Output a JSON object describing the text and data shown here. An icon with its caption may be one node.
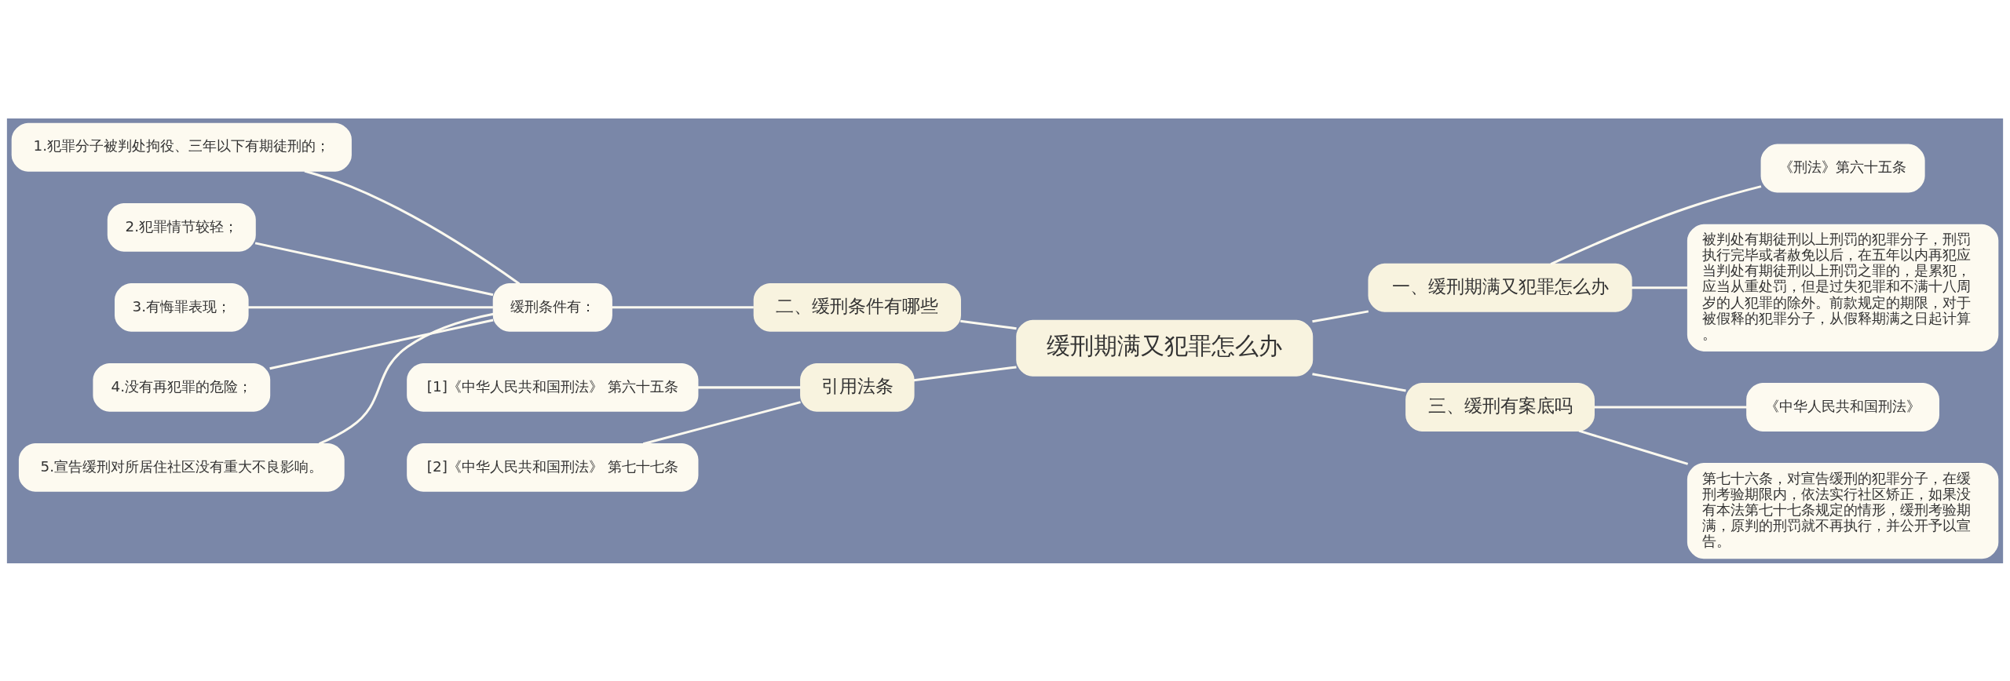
{
  "diagram": {
    "nodes": [
      {
        "text": [
          "缓刑期满又犯罪怎么办"
        ]
      },
      {
        "text": [
          "一、缓刑期满又犯罪怎么办"
        ]
      },
      {
        "text": [
          "《刑法》第六十五条"
        ]
      },
      {
        "text": [
          "被判处有期徒刑以上刑罚的犯罪分子，刑罚执行完毕或者赦免以后，在五年以内再犯应当判处有期徒刑以上刑罚之罪的，是累犯，应当从重处罚，但是过失犯罪和不满十八周岁的人犯罪的除外。前款规定的期限，对于被假释的犯罪分子，从假释期满之日起计算。"
        ]
      },
      {
        "text": [
          "二、缓刑条件有哪些"
        ]
      },
      {
        "text": [
          "缓刑条件有："
        ]
      },
      {
        "text": [
          "1.犯罪分子被判处拘役、三年以下有期徒刑的；"
        ]
      },
      {
        "text": [
          "2.犯罪情节较轻；"
        ]
      },
      {
        "text": [
          "3.有悔罪表现；"
        ]
      },
      {
        "text": [
          "4.没有再犯罪的危险；"
        ]
      },
      {
        "text": [
          "5.宣告缓刑对所居住社区没有重大不良影响。"
        ]
      },
      {
        "text": [
          "三、缓刑有案底吗"
        ]
      },
      {
        "text": [
          "《中华人民共和国刑法》"
        ]
      },
      {
        "text": [
          "第七十六条，对宣告缓刑的犯罪分子，在缓刑考验期限内，依法实行社区矫正，如果没有本法第七十七条规定的情形，缓刑考验期满，原判的刑罚就不再执行，并公开予以宣告。"
        ]
      },
      {
        "text": [
          "引用法条"
        ]
      },
      {
        "text": [
          "[1]《中华人民共和国刑法》 第六十五条"
        ]
      },
      {
        "text": [
          "[2]《中华人民共和国刑法》 第七十七条"
        ]
      }
    ],
    "edges": [
      {
        "from": 0,
        "to": 1,
        "arrow": "none"
      },
      {
        "from": 1,
        "to": 2,
        "arrow": "none"
      },
      {
        "from": 1,
        "to": 3,
        "arrow": "none"
      },
      {
        "from": 0,
        "to": 4,
        "arrow": "none"
      },
      {
        "from": 4,
        "to": 5,
        "arrow": "none"
      },
      {
        "from": 5,
        "to": 6,
        "arrow": "none"
      },
      {
        "from": 5,
        "to": 7,
        "arrow": "none"
      },
      {
        "from": 5,
        "to": 8,
        "arrow": "none"
      },
      {
        "from": 5,
        "to": 9,
        "arrow": "none"
      },
      {
        "from": 5,
        "to": 10,
        "arrow": "none"
      },
      {
        "from": 0,
        "to": 11,
        "arrow": "none"
      },
      {
        "from": 11,
        "to": 12,
        "arrow": "none"
      },
      {
        "from": 11,
        "to": 13,
        "arrow": "none"
      },
      {
        "from": 0,
        "to": 14,
        "arrow": "none"
      },
      {
        "from": 14,
        "to": 15,
        "arrow": "none"
      },
      {
        "from": 14,
        "to": 16,
        "arrow": "none"
      }
    ]
  }
}
